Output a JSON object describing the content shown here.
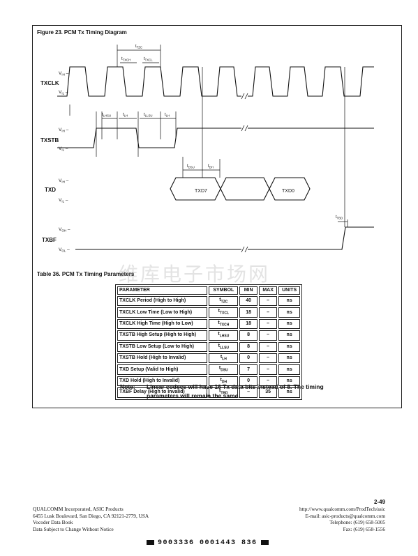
{
  "figure": {
    "title": "Figure 23. PCM Tx Timing Diagram",
    "signals": [
      "TXCLK",
      "TXSTB",
      "TXD",
      "TXBF"
    ],
    "level_vih": "V",
    "level_vih_sub": "IH",
    "level_vil": "V",
    "level_vil_sub": "IL",
    "level_voh": "V",
    "level_voh_sub": "OH",
    "level_vol": "V",
    "level_vol_sub": "OL",
    "timing_labels": {
      "tzc": {
        "t": "t",
        "sub": "TZC"
      },
      "tzxch": {
        "t": "t",
        "sub": "TXCH"
      },
      "tzxcl": {
        "t": "t",
        "sub": "TXCL"
      },
      "tlhsu": {
        "t": "t",
        "sub": "LHSU"
      },
      "tlh1": {
        "t": "t",
        "sub": "LH"
      },
      "tllsu": {
        "t": "t",
        "sub": "LLSU"
      },
      "tlh2": {
        "t": "t",
        "sub": "LH"
      },
      "tdsu": {
        "t": "t",
        "sub": "DSU"
      },
      "tdh": {
        "t": "t",
        "sub": "DH"
      },
      "tbd": {
        "t": "t",
        "sub": "TBD"
      }
    },
    "data_bits": [
      "TXD7",
      "TXD0"
    ]
  },
  "table": {
    "caption": "Table 36. PCM Tx Timing Parameters",
    "headers": [
      "PARAMETER",
      "SYMBOL",
      "MIN",
      "MAX",
      "UNITS"
    ],
    "rows": [
      {
        "parameter": "TXCLK Period (High to High)",
        "symbol": "t",
        "symbol_sub": "TZC",
        "min": "40",
        "max": "–",
        "units": "ns"
      },
      {
        "parameter": "TXCLK Low Time (Low to High)",
        "symbol": "t",
        "symbol_sub": "TXCL",
        "min": "18",
        "max": "–",
        "units": "ns"
      },
      {
        "parameter": "TXCLK High Time (High to Low)",
        "symbol": "t",
        "symbol_sub": "TXCH",
        "min": "18",
        "max": "–",
        "units": "ns"
      },
      {
        "parameter": "TXSTB High Setup (High to High)",
        "symbol": "t",
        "symbol_sub": "LHSU",
        "min": "8",
        "max": "–",
        "units": "ns"
      },
      {
        "parameter": "TXSTB Low Setup (Low to High)",
        "symbol": "t",
        "symbol_sub": "LLSU",
        "min": "8",
        "max": "–",
        "units": "ns"
      },
      {
        "parameter": "TXSTB Hold (High to Invalid)",
        "symbol": "t",
        "symbol_sub": "LH",
        "min": "0",
        "max": "–",
        "units": "ns"
      },
      {
        "parameter": "TXD Setup (Valid to High)",
        "symbol": "t",
        "symbol_sub": "DSU",
        "min": "7",
        "max": "–",
        "units": "ns"
      },
      {
        "parameter": "TXD Hold (High to Invalid)",
        "symbol": "t",
        "symbol_sub": "DH",
        "min": "0",
        "max": "–",
        "units": "ns"
      },
      {
        "parameter": "TXBF Delay (High to Invalid)",
        "symbol": "t",
        "symbol_sub": "TBD",
        "min": "–",
        "max": "35",
        "units": "ns"
      }
    ],
    "note_label": "Note:",
    "note_line1": "Linear codecs will have 16 Tx data bits instead of 8. The timing",
    "note_line2": "parameters will remain the same."
  },
  "watermark": "维库电子市场网",
  "page_number": "2-49",
  "footer_left": [
    "QUALCOMM Incorporated, ASIC Products",
    "6455 Lusk Boulevard, San Diego, CA 92121-2779, USA",
    "Vocoder Data Book",
    "Data Subject to Change Without Notice"
  ],
  "footer_right": [
    "http://www.qualcomm.com/ProdTech/asic",
    "E-mail: asic-products@qualcomm.com",
    "Telephone: (619) 658-5005",
    "Fax: (619) 658-1556"
  ],
  "barcode_text": "9003336 0001443 836"
}
